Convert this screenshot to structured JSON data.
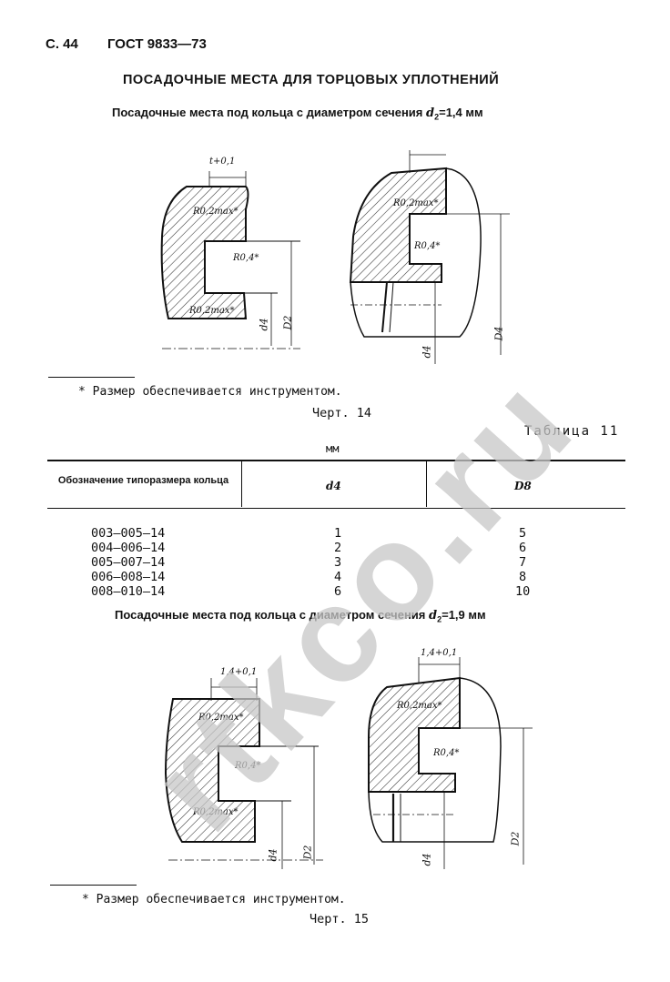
{
  "header": {
    "page": "С. 44",
    "standard": "ГОСТ  9833—73"
  },
  "section_title": "ПОСАДОЧНЫЕ МЕСТА ДЛЯ ТОРЦОВЫХ УПЛОТНЕНИЙ",
  "subsection_1": {
    "prefix": "Посадочные места под кольца с диаметром сечения ",
    "symbol": "d",
    "sub": "2",
    "value": "=1,4 мм"
  },
  "drawing_1": {
    "dim_t": "t+0,1",
    "r_max_top": "R0,2max*",
    "r_inner": "R0,4*",
    "r_max_bottom": "R0,2max*",
    "d4": "d4",
    "d2": "D2",
    "right_r_max": "R0,2max*",
    "right_r_inner": "R0,4*",
    "right_d4": "d4",
    "right_d2": "D4"
  },
  "footnote_1": "* Размер обеспечивается инструментом.",
  "caption_1": "Черт. 14",
  "table": {
    "title": "Таблица 11",
    "unit": "мм",
    "headers": [
      "Обозначение типоразмера кольца",
      "d4",
      "D8"
    ],
    "rows": [
      [
        "003—005—14",
        "1",
        "5"
      ],
      [
        "004—006—14",
        "2",
        "6"
      ],
      [
        "005—007—14",
        "3",
        "7"
      ],
      [
        "006—008—14",
        "4",
        "8"
      ],
      [
        "008—010—14",
        "6",
        "10"
      ]
    ]
  },
  "subsection_2": {
    "prefix": "Посадочные места под кольца с диаметром сечения ",
    "symbol": "d",
    "sub": "2",
    "value": "=1,9 мм"
  },
  "drawing_2": {
    "dim_t": "1,4+0,1",
    "r_max_top": "R0,2max*",
    "r_inner": "R0,4*",
    "r_max_bottom": "R0,2max*",
    "d4": "d4",
    "d2": "D2",
    "right_dim_t": "1,4+0,1",
    "right_r_max": "R0,2max*",
    "right_r_inner": "R0,4*",
    "right_d4": "d4",
    "right_d2": "D2"
  },
  "footnote_2": "* Размер обеспечивается инструментом.",
  "caption_2": "Черт. 15",
  "watermark": "rtkco.ru"
}
